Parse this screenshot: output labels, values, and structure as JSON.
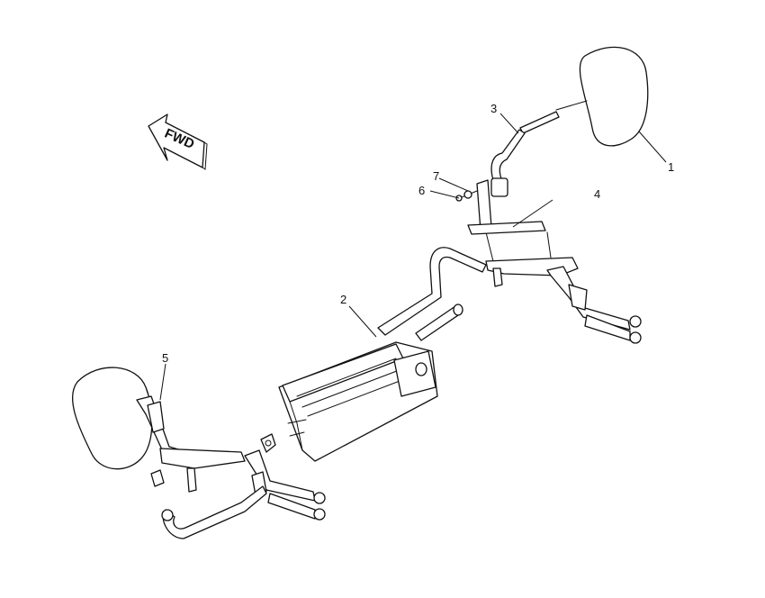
{
  "fwd_arrow": {
    "label": "FWD",
    "icon": "fwd-arrow-icon"
  },
  "callouts": [
    {
      "id": "1",
      "label": "1"
    },
    {
      "id": "2",
      "label": "2"
    },
    {
      "id": "3",
      "label": "3"
    },
    {
      "id": "4",
      "label": "4"
    },
    {
      "id": "5",
      "label": "5"
    },
    {
      "id": "6",
      "label": "6"
    },
    {
      "id": "7",
      "label": "7"
    }
  ]
}
